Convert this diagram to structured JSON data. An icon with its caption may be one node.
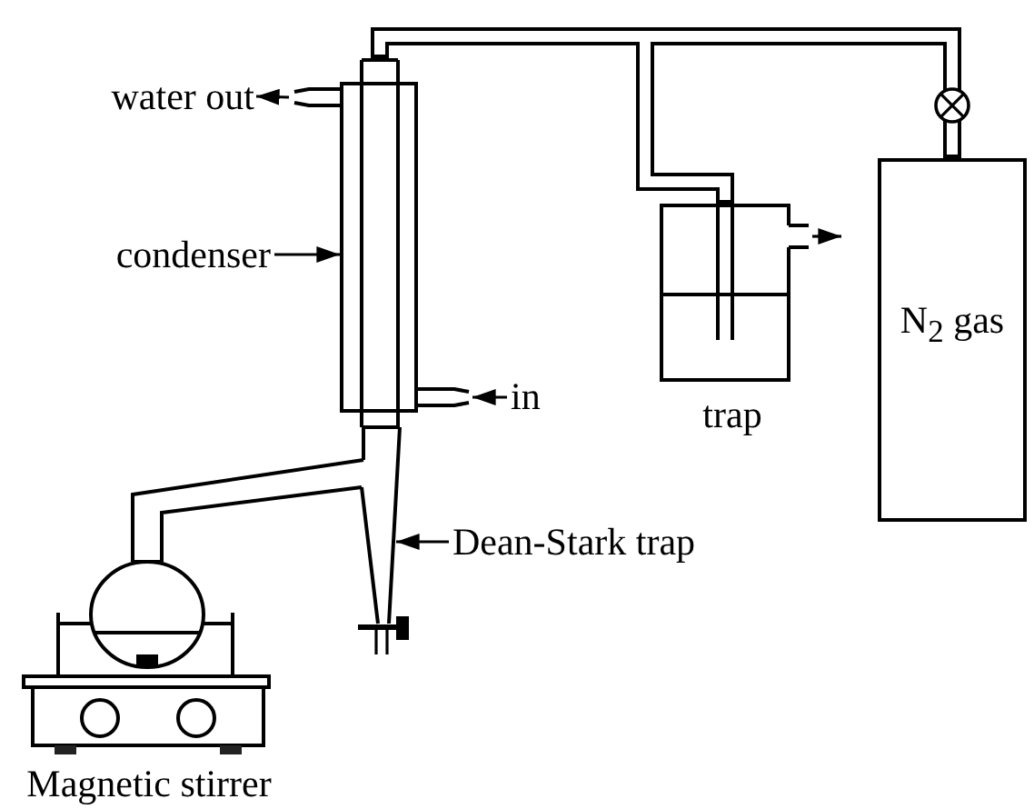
{
  "diagram": {
    "nodes": [
      {
        "text": [],
        "shape": "picture"
      },
      {
        "text": [
          "water out"
        ]
      },
      {
        "text": [],
        "shape": "picture"
      },
      {
        "text": [
          "condenser"
        ]
      },
      {
        "text": [
          "trap"
        ]
      },
      {
        "text": [
          "N$_{2}$ gas"
        ]
      },
      {
        "text": [],
        "shape": "picture"
      },
      {
        "text": [
          "in"
        ]
      },
      {
        "text": [],
        "shape": "picture"
      },
      {
        "text": [
          "Dean-Stark trap"
        ]
      },
      {
        "text": [
          "Magnetic stirrer"
        ]
      }
    ],
    "edges": [
      {
        "from": 2,
        "to": 1,
        "arrow": "to"
      },
      {
        "from": 3,
        "to": 0,
        "arrow": "to"
      },
      {
        "from": 5,
        "to": 0,
        "arrow": "none",
        "style": "thick"
      },
      {
        "from": 5,
        "to": 4,
        "arrow": "none",
        "style": "thick"
      },
      {
        "from": 4,
        "to": null,
        "arrow": "to"
      },
      {
        "from": 7,
        "to": 6,
        "arrow": "to"
      },
      {
        "from": 9,
        "to": 8,
        "arrow": "to"
      }
    ]
  }
}
